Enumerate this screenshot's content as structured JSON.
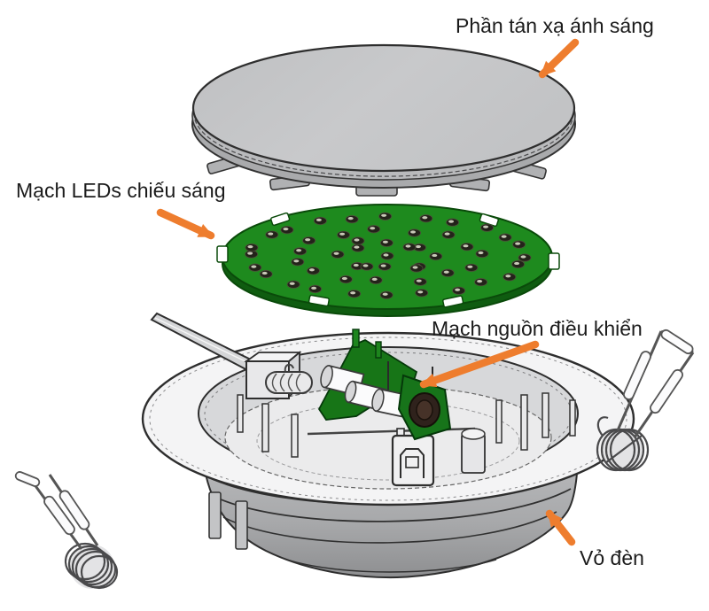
{
  "labels": {
    "diffuser": "Phần tán xạ ánh sáng",
    "led_board": "Mạch LEDs chiếu sáng",
    "driver_board": "Mạch nguồn điều khiển",
    "housing": "Vỏ đèn"
  },
  "colors": {
    "accent": "#EE7D2E",
    "pcb_green": "#1E8A1E",
    "pcb_dark": "#0A4A0A",
    "metal_light": "#C6C7C9",
    "metal_mid": "#B0B1B3",
    "outline": "#2E2E2E"
  }
}
